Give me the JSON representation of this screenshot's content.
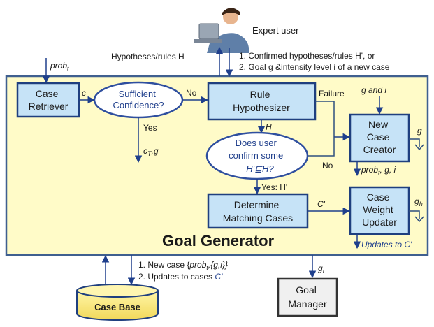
{
  "expert": {
    "label": "Expert user"
  },
  "top_labels": {
    "hypotheses": "Hypotheses/rules H",
    "item1": "1.  Confirmed hypotheses/rules H', or",
    "item2": "2.  Goal g &intensity level i of a new case"
  },
  "prob_in": "prob",
  "prob_in_sub": "t",
  "boxes": {
    "case_retriever": [
      "Case",
      "Retriever"
    ],
    "rule_hypothesizer": [
      "Rule",
      "Hypothesizer"
    ],
    "new_case_creator": [
      "New",
      "Case",
      "Creator"
    ],
    "determine_matching": [
      "Determine",
      "Matching Cases"
    ],
    "case_weight_updater": [
      "Case",
      "Weight",
      "Updater"
    ],
    "goal_manager": [
      "Goal",
      "Manager"
    ],
    "case_base": "Case Base"
  },
  "ovals": {
    "sufficient_confidence": [
      "Sufficient",
      "Confidence?"
    ],
    "user_confirm": [
      "Does user",
      "confirm some",
      "H'⊑H?"
    ]
  },
  "edge_labels": {
    "c": "c",
    "no_1": "No",
    "yes_1": "Yes",
    "ct_g": "c",
    "ct_g_sub": "T",
    "ct_g_rest": ",g",
    "failure": "Failure",
    "h": "H",
    "no_2": "No",
    "yes_h": "Yes: H'",
    "c_prime": "C'",
    "g_and_i": "g and i",
    "g_out": "g",
    "gh_out": "g",
    "gh_sub": "h",
    "prob_gi": "prob",
    "prob_gi_sub": "t",
    "prob_gi_rest": ", g, i",
    "updates_c": "Updates to C'",
    "gt": "g",
    "gt_sub": "t"
  },
  "goal_generator_title": "Goal Generator",
  "bottom_labels": {
    "item1_pre": "1.  New case {",
    "item1_prob": "prob",
    "item1_sub": "t",
    "item1_post": ",{g,i}}",
    "item2_pre": "2.  Updates to cases ",
    "item2_c": "C'"
  },
  "colors": {
    "panel_fill": "#fffbc8",
    "panel_stroke": "#3f5f8f",
    "box_fill": "#c6e3f7",
    "box_stroke": "#1f3f7f",
    "oval_fill": "#ffffff",
    "oval_stroke": "#2f4f9f",
    "gm_fill": "#f0f0f0"
  }
}
